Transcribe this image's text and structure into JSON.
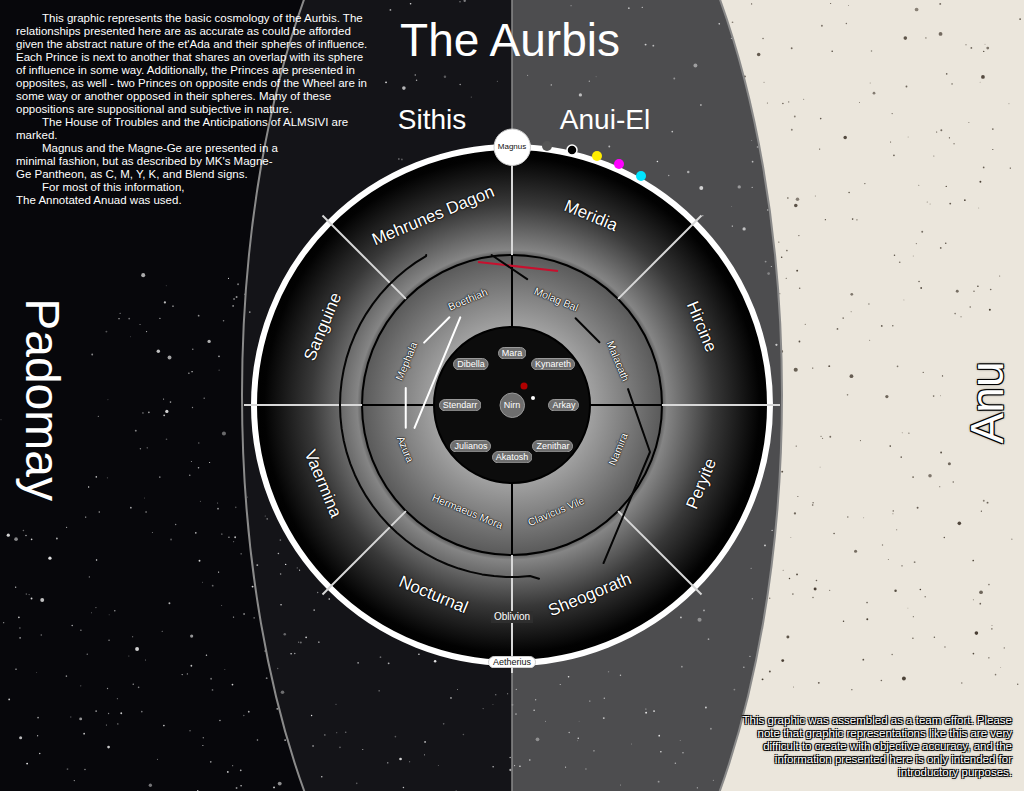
{
  "diagram": {
    "title": "The Aurbis",
    "nodes": [
      {
        "text": [
          "Magnus"
        ]
      },
      {
        "text": [
          "Mehrunes Dagon"
        ]
      },
      {
        "text": [
          "Meridia"
        ]
      },
      {
        "text": [
          "Hircine"
        ]
      },
      {
        "text": [
          "Peryite"
        ]
      },
      {
        "text": [
          "Sheogorath"
        ]
      },
      {
        "text": [
          "Nocturnal"
        ]
      },
      {
        "text": [
          "Vaermina"
        ]
      },
      {
        "text": [
          "Sanguine"
        ]
      },
      {
        "text": [
          "Boethiah"
        ]
      },
      {
        "text": [
          "Molag Bal"
        ]
      },
      {
        "text": [
          "Malacath"
        ]
      },
      {
        "text": [
          "Namira"
        ]
      },
      {
        "text": [
          "Clavicus Vile"
        ]
      },
      {
        "text": [
          "Hermaeus Mora"
        ]
      },
      {
        "text": [
          "Azura"
        ]
      },
      {
        "text": [
          "Mephala"
        ]
      },
      {
        "text": [
          "Mara"
        ]
      },
      {
        "text": [
          "Kynareth"
        ]
      },
      {
        "text": [
          "Arkay"
        ]
      },
      {
        "text": [
          "Zenithar"
        ]
      },
      {
        "text": [
          "Akatosh"
        ]
      },
      {
        "text": [
          "Julianos"
        ]
      },
      {
        "text": [
          "Stendarr"
        ]
      },
      {
        "text": [
          "Dibella"
        ]
      },
      {
        "text": [
          "Nirn"
        ]
      },
      {
        "text": [
          "Aetherius"
        ]
      }
    ],
    "edges": [
      {
        "from": 1,
        "to": 10,
        "arrow": "none"
      },
      {
        "from": 10,
        "to": 11,
        "arrow": "none"
      },
      {
        "from": 11,
        "to": 5,
        "arrow": "none"
      },
      {
        "from": 5,
        "to": 1,
        "arrow": "none"
      },
      {
        "from": 9,
        "to": 16,
        "arrow": "none"
      },
      {
        "from": 16,
        "to": 15,
        "arrow": "none"
      },
      {
        "from": 15,
        "to": 9,
        "arrow": "none"
      }
    ],
    "labels": [
      "This graphic represents the basic cosmology of the Aurbis. The relationships presented here are as accurate as could be afforded given the abstract nature of the et'Ada and their spheres of influence. Each Prince is next to another that shares an overlap with its sphere of influence in some way. Additionally, the Princes are presented in opposites, as well - two Princes on opposite ends of the Wheel are in some way or another opposed in their spheres. Many of these oppositions are suppositional and subjective in nature.",
      "The House of Troubles and the Anticipations of ALMSIVI are marked.",
      "Magnus and the Magne-Ge are presented in a minimal fashion, but as described by MK's Magne-Ge Pantheon, as C, M, Y, K, and Blend signs.",
      "For most of this information, The Annotated Anuad was used.",
      "Sithis",
      "Anui-El",
      "Padomay",
      "Anu",
      "Oblivion",
      "This graphic was assembled as a team effort. Please note that graphic representations like this are very difficult to create with objective accuracy, and the information presented here is only intended for introductory purposes."
    ]
  }
}
